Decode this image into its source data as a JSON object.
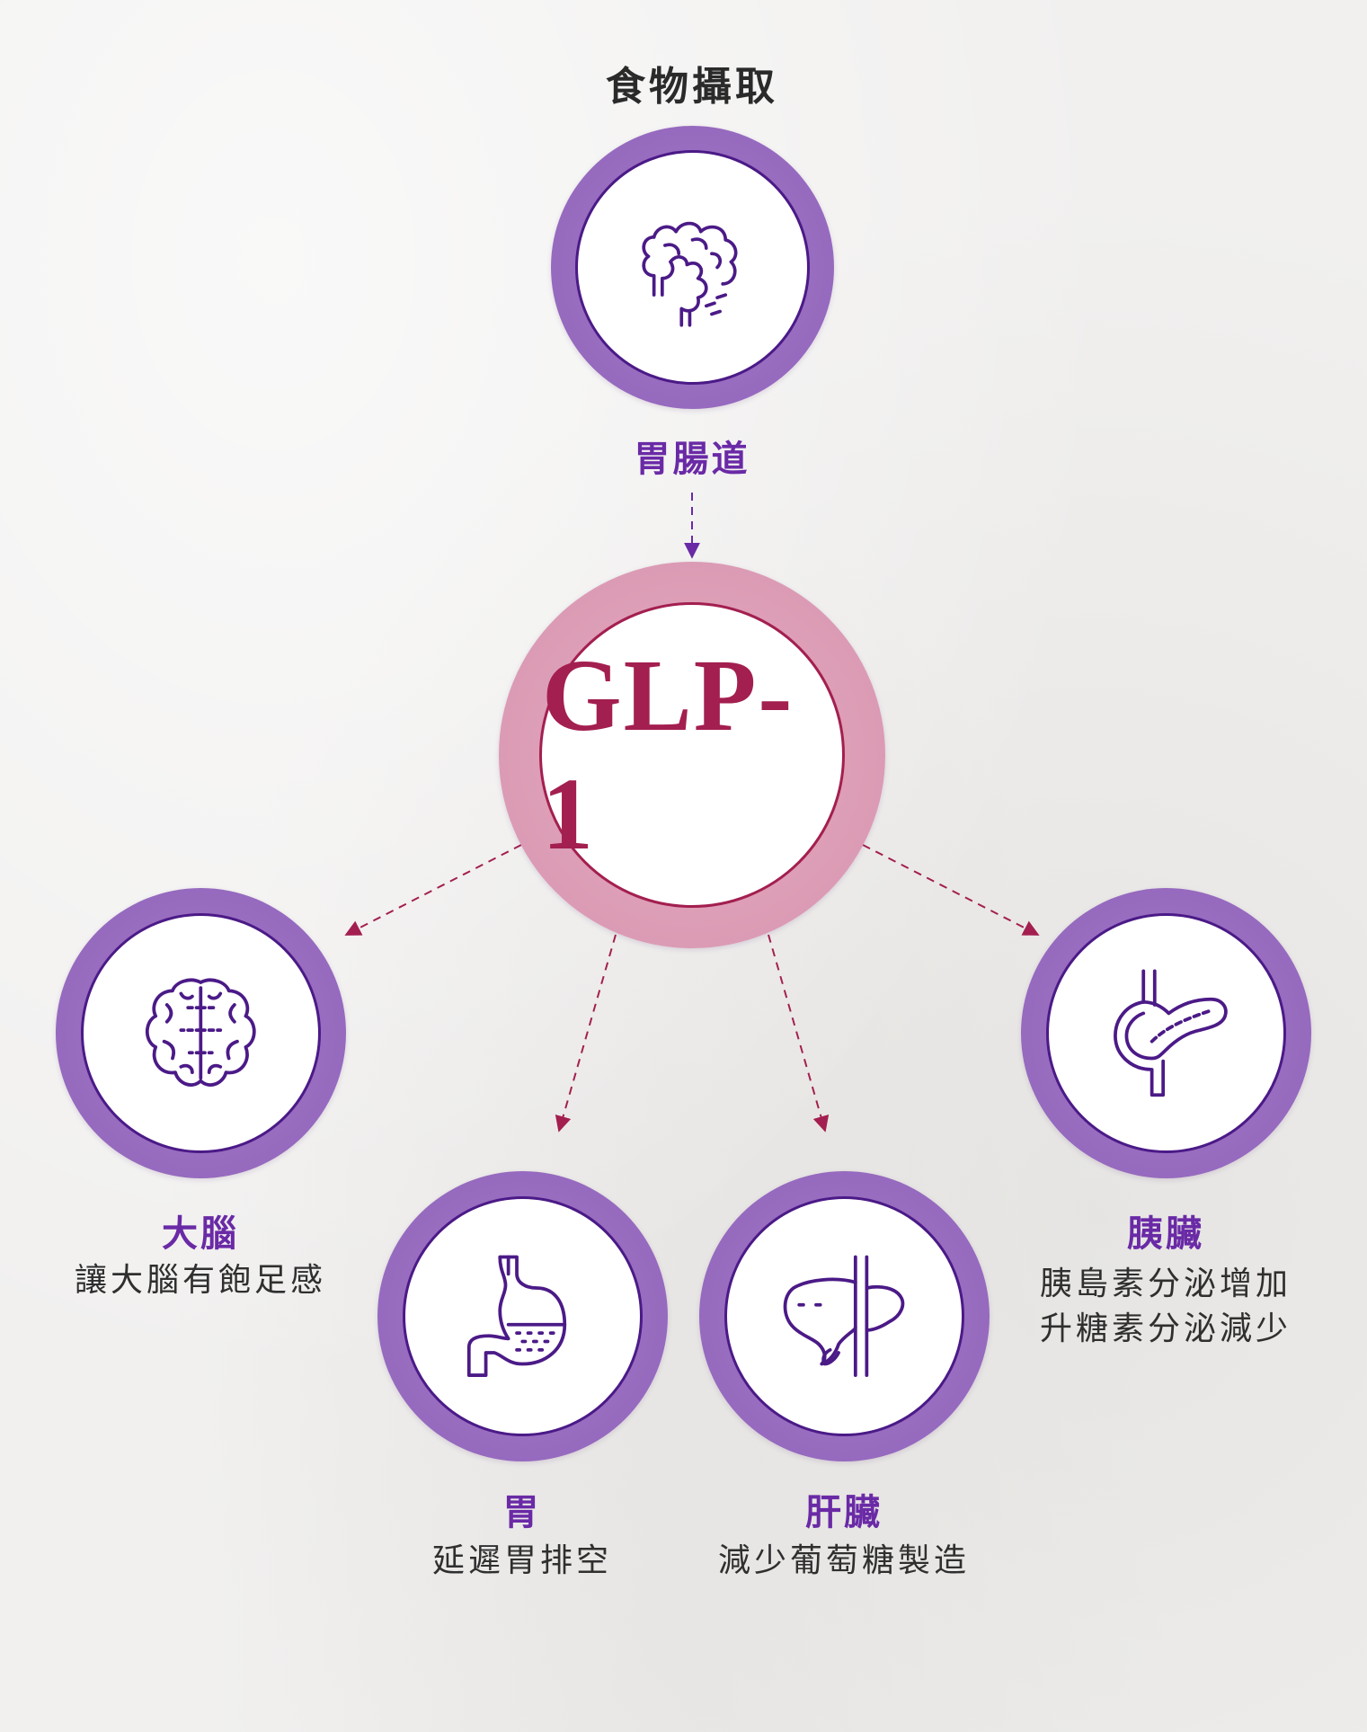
{
  "diagram": {
    "top_label": "食物攝取",
    "source": {
      "name": "胃腸道",
      "icon": "intestine-icon"
    },
    "hub": {
      "name": "GLP-1"
    },
    "targets": [
      {
        "key": "brain",
        "name": "大腦",
        "icon": "brain-icon",
        "lines": [
          "讓大腦有飽足感"
        ]
      },
      {
        "key": "stomach",
        "name": "胃",
        "icon": "stomach-icon",
        "lines": [
          "延遲胃排空"
        ]
      },
      {
        "key": "liver",
        "name": "肝臟",
        "icon": "liver-icon",
        "lines": [
          "減少葡萄糖製造"
        ]
      },
      {
        "key": "pancreas",
        "name": "胰臟",
        "icon": "pancreas-icon",
        "lines": [
          "胰島素分泌增加",
          "升糖素分泌減少"
        ]
      }
    ]
  },
  "colors": {
    "ring_purple": "#9a6fc2",
    "stroke_purple": "#4b1a87",
    "ring_pink": "#dc9db5",
    "accent_crimson": "#a31f4f",
    "label_purple": "#6a2aa6"
  }
}
